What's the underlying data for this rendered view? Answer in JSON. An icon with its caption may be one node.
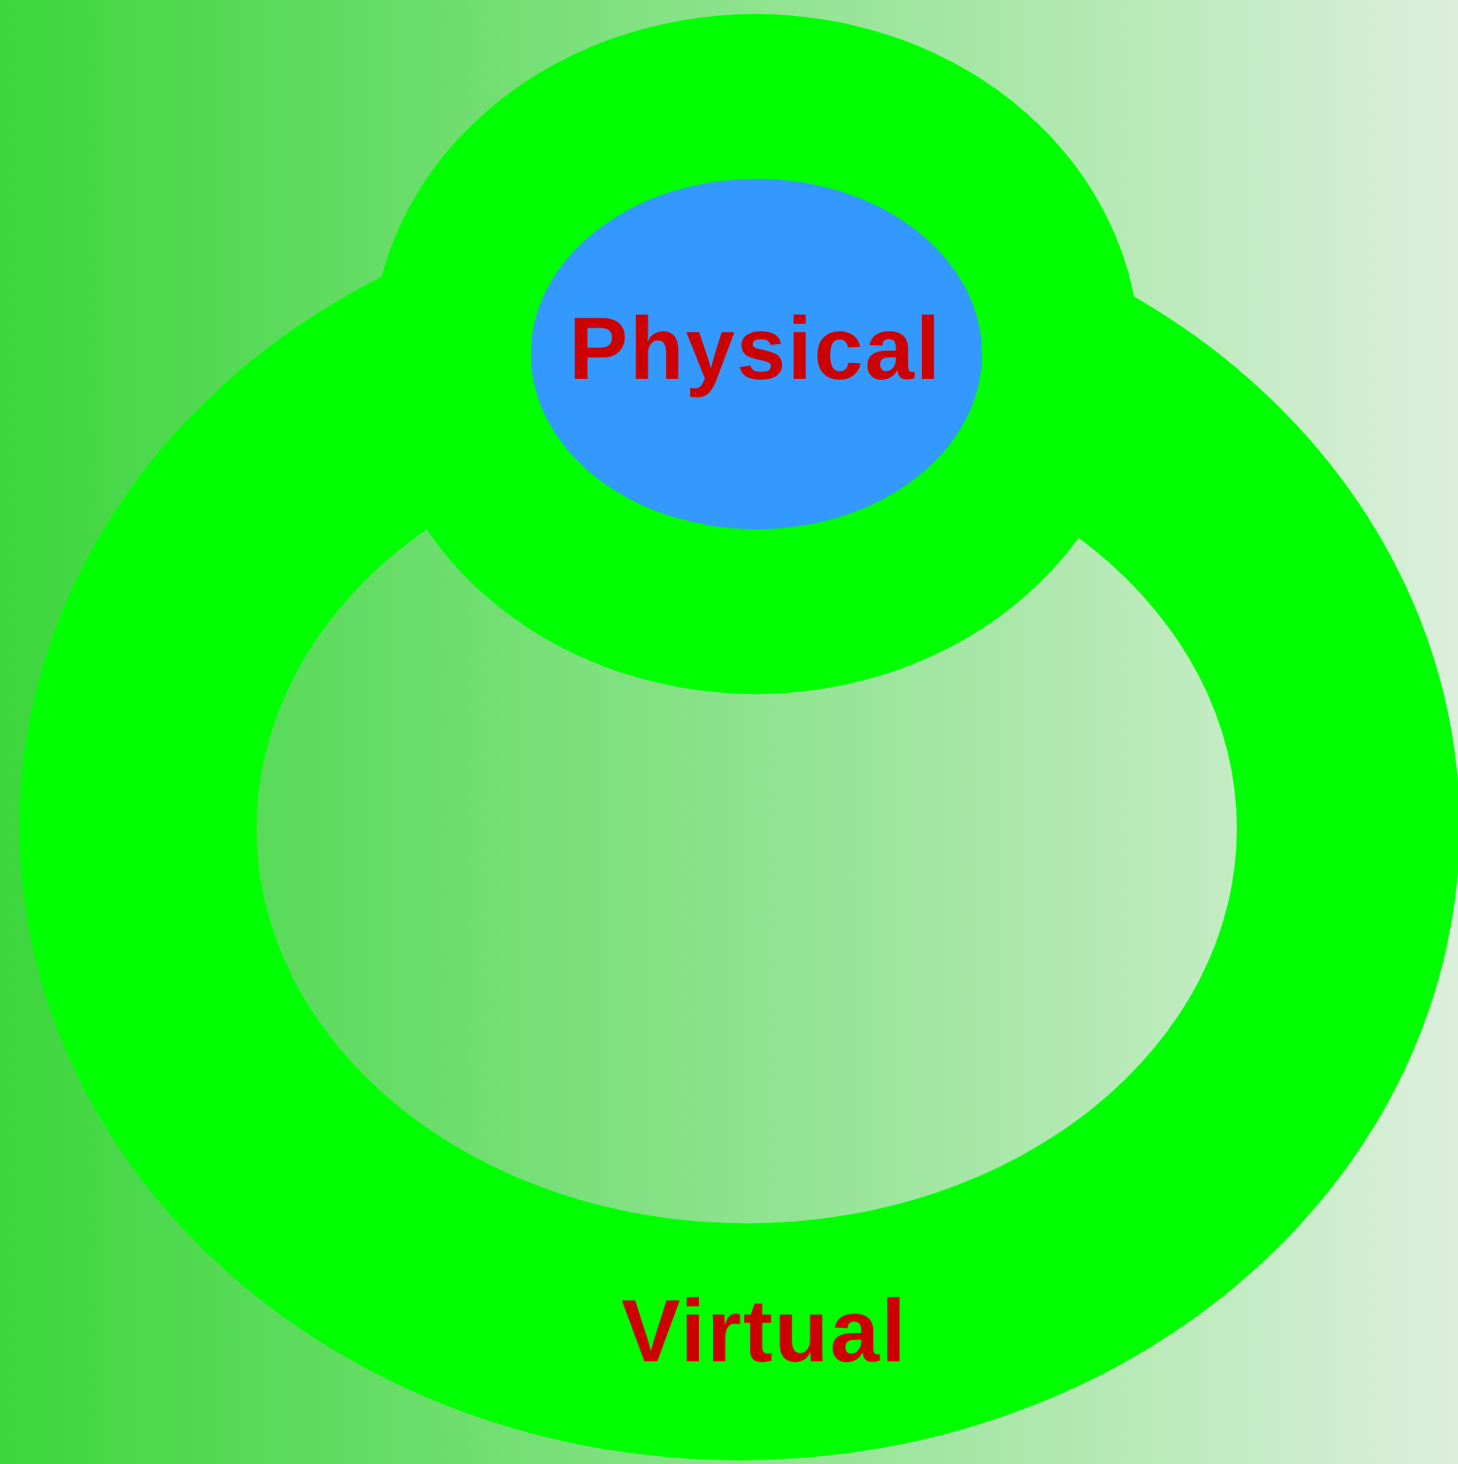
{
  "diagram": {
    "nodes": [
      {
        "text": [
          "Virtual"
        ]
      },
      {
        "text": [
          "Physical"
        ],
        "in": 0
      }
    ]
  }
}
